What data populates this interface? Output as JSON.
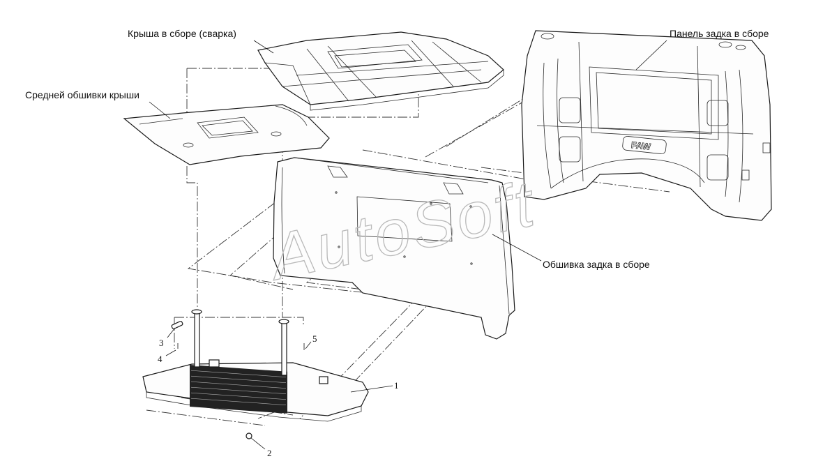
{
  "callouts": {
    "roof": "Крыша в сборе (сварка)",
    "roof_trim": "Средней обшивки крыши",
    "back_panel": "Панель задка в сборе",
    "back_trim": "Обшивка задка в сборе"
  },
  "numbers": [
    "1",
    "2",
    "3",
    "4",
    "5"
  ],
  "watermark": "AutoSoft",
  "emblem": "FAW"
}
